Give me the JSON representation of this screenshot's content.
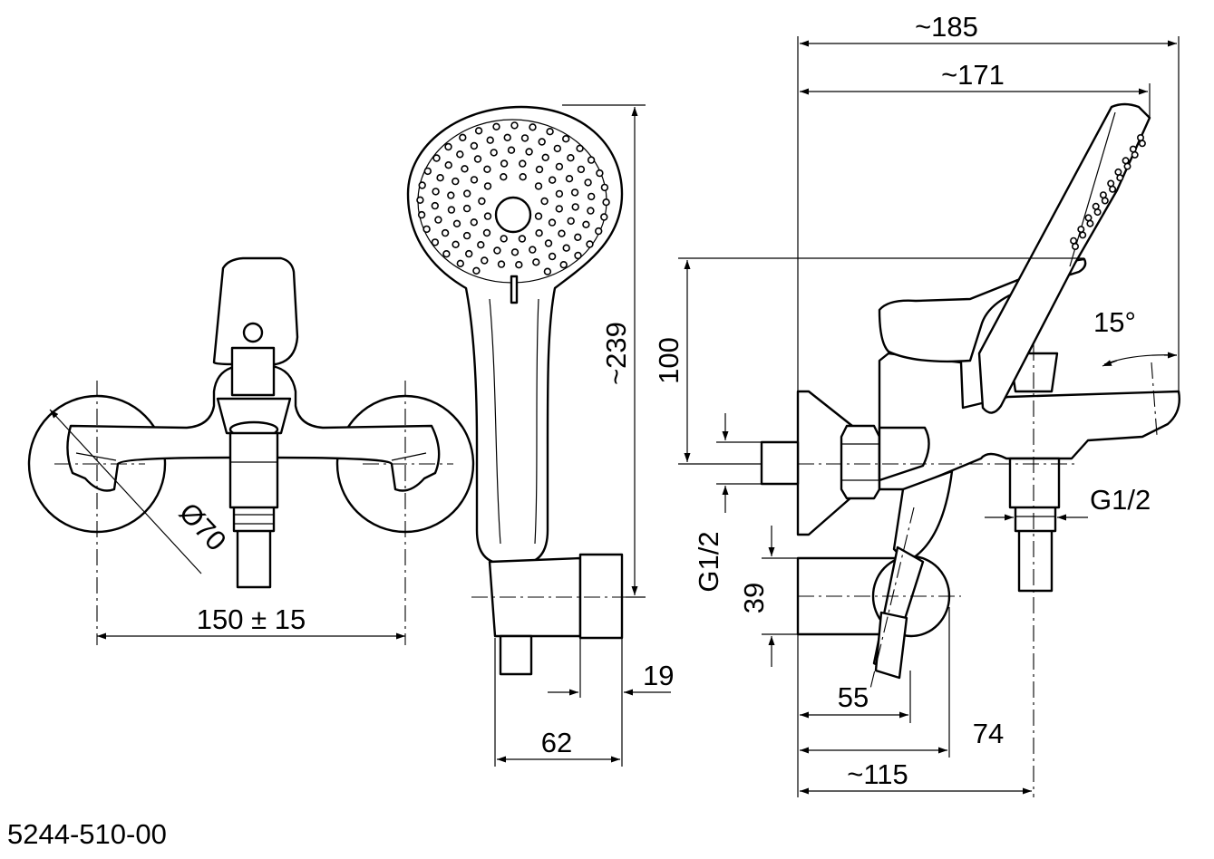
{
  "product_code": "5244-510-00",
  "dimensions": {
    "wall_spacing": "150 ± 15",
    "rosette_diameter": "Ø70",
    "hand_shower_length": "~239",
    "holder_width": "62",
    "holder_depth": "19",
    "total_depth": "~185",
    "spout_depth": "~171",
    "outlet_height": "100",
    "handle_angle": "15°",
    "thread_left": "G1/2",
    "thread_right": "G1/2",
    "holder_height": "39",
    "holder_offset": "55",
    "hose_offset": "74",
    "outlet_offset": "~115"
  }
}
